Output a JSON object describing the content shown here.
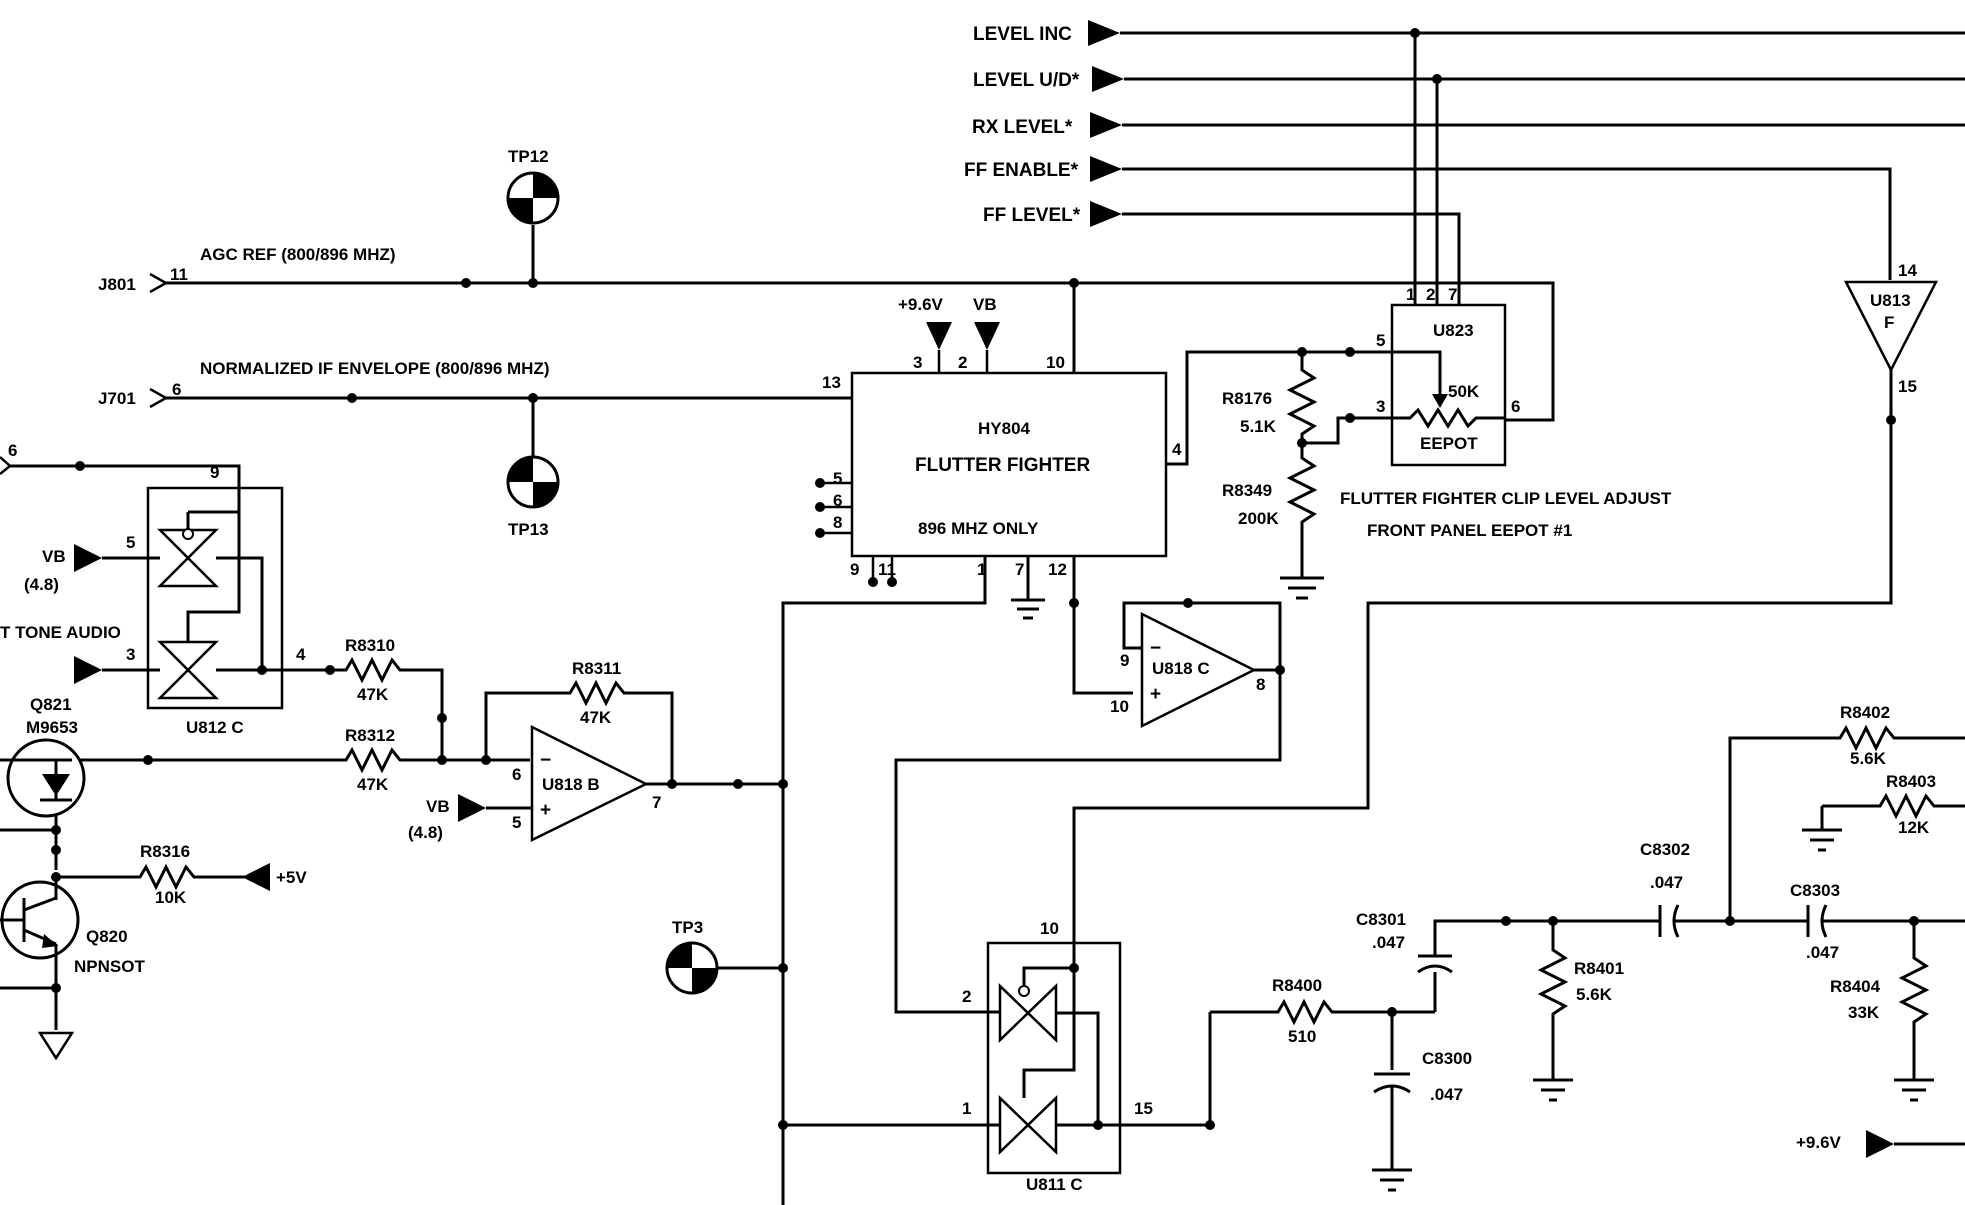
{
  "signals": {
    "level_inc": "LEVEL INC",
    "level_ud": "LEVEL U/D*",
    "rx_level": "RX LEVEL*",
    "ff_enable": "FF ENABLE*",
    "ff_level": "FF LEVEL*"
  },
  "connectors": {
    "j801": "J801",
    "j801_pin": "11",
    "j701": "J701",
    "j701_pin": "6",
    "left_pin": "6"
  },
  "nets": {
    "agc_ref": "AGC REF (800/896 MHZ)",
    "norm_if": "NORMALIZED IF ENVELOPE (800/896 MHZ)",
    "tone_audio": "T TONE AUDIO"
  },
  "testpoints": {
    "tp12": "TP12",
    "tp13": "TP13",
    "tp3": "TP3"
  },
  "hy804": {
    "ref": "HY804",
    "name": "FLUTTER FIGHTER",
    "note": "896 MHZ ONLY",
    "pins": {
      "p13": "13",
      "p3": "3",
      "p2": "2",
      "p10": "10",
      "p4": "4",
      "p5": "5",
      "p6": "6",
      "p8": "8",
      "p9": "9",
      "p11": "11",
      "p1": "1",
      "p7": "7",
      "p12": "12"
    }
  },
  "supplies": {
    "v96": "+9.6V",
    "vb": "VB",
    "vb48": "(4.8)",
    "v5": "+5V"
  },
  "u823": {
    "ref": "U823",
    "val": "50K",
    "type": "EEPOT",
    "pins": {
      "p1": "1",
      "p2": "2",
      "p7": "7",
      "p5": "5",
      "p3": "3",
      "p6": "6"
    }
  },
  "caption": {
    "line1": "FLUTTER FIGHTER CLIP LEVEL ADJUST",
    "line2": "FRONT PANEL EEPOT #1"
  },
  "u813": {
    "ref": "U813",
    "unit": "F",
    "p14": "14",
    "p15": "15"
  },
  "u812": {
    "ref": "U812 C",
    "p9": "9",
    "p5": "5",
    "p3": "3",
    "p4": "4"
  },
  "u818b": {
    "ref": "U818 B",
    "p6": "6",
    "p5": "5",
    "p7": "7"
  },
  "u818c": {
    "ref": "U818 C",
    "p9": "9",
    "p10": "10",
    "p8": "8"
  },
  "u811": {
    "ref": "U811 C",
    "p10": "10",
    "p2": "2",
    "p1": "1",
    "p15": "15"
  },
  "transistors": {
    "q821": "Q821",
    "q821_type": "M9653",
    "q820": "Q820",
    "q820_type": "NPNSOT"
  },
  "resistors": {
    "r8176": "R8176",
    "r8176_v": "5.1K",
    "r8349": "R8349",
    "r8349_v": "200K",
    "r8310": "R8310",
    "r8310_v": "47K",
    "r8311": "R8311",
    "r8311_v": "47K",
    "r8312": "R8312",
    "r8312_v": "47K",
    "r8316": "R8316",
    "r8316_v": "10K",
    "r8400": "R8400",
    "r8400_v": "510",
    "r8401": "R8401",
    "r8401_v": "5.6K",
    "r8402": "R8402",
    "r8402_v": "5.6K",
    "r8403": "R8403",
    "r8403_v": "12K",
    "r8404": "R8404",
    "r8404_v": "33K"
  },
  "capacitors": {
    "c8300": "C8300",
    "c8300_v": ".047",
    "c8301": "C8301",
    "c8301_v": ".047",
    "c8302": "C8302",
    "c8302_v": ".047",
    "c8303": "C8303",
    "c8303_v": ".047"
  },
  "opamp": {
    "minus": "−",
    "plus": "+"
  }
}
